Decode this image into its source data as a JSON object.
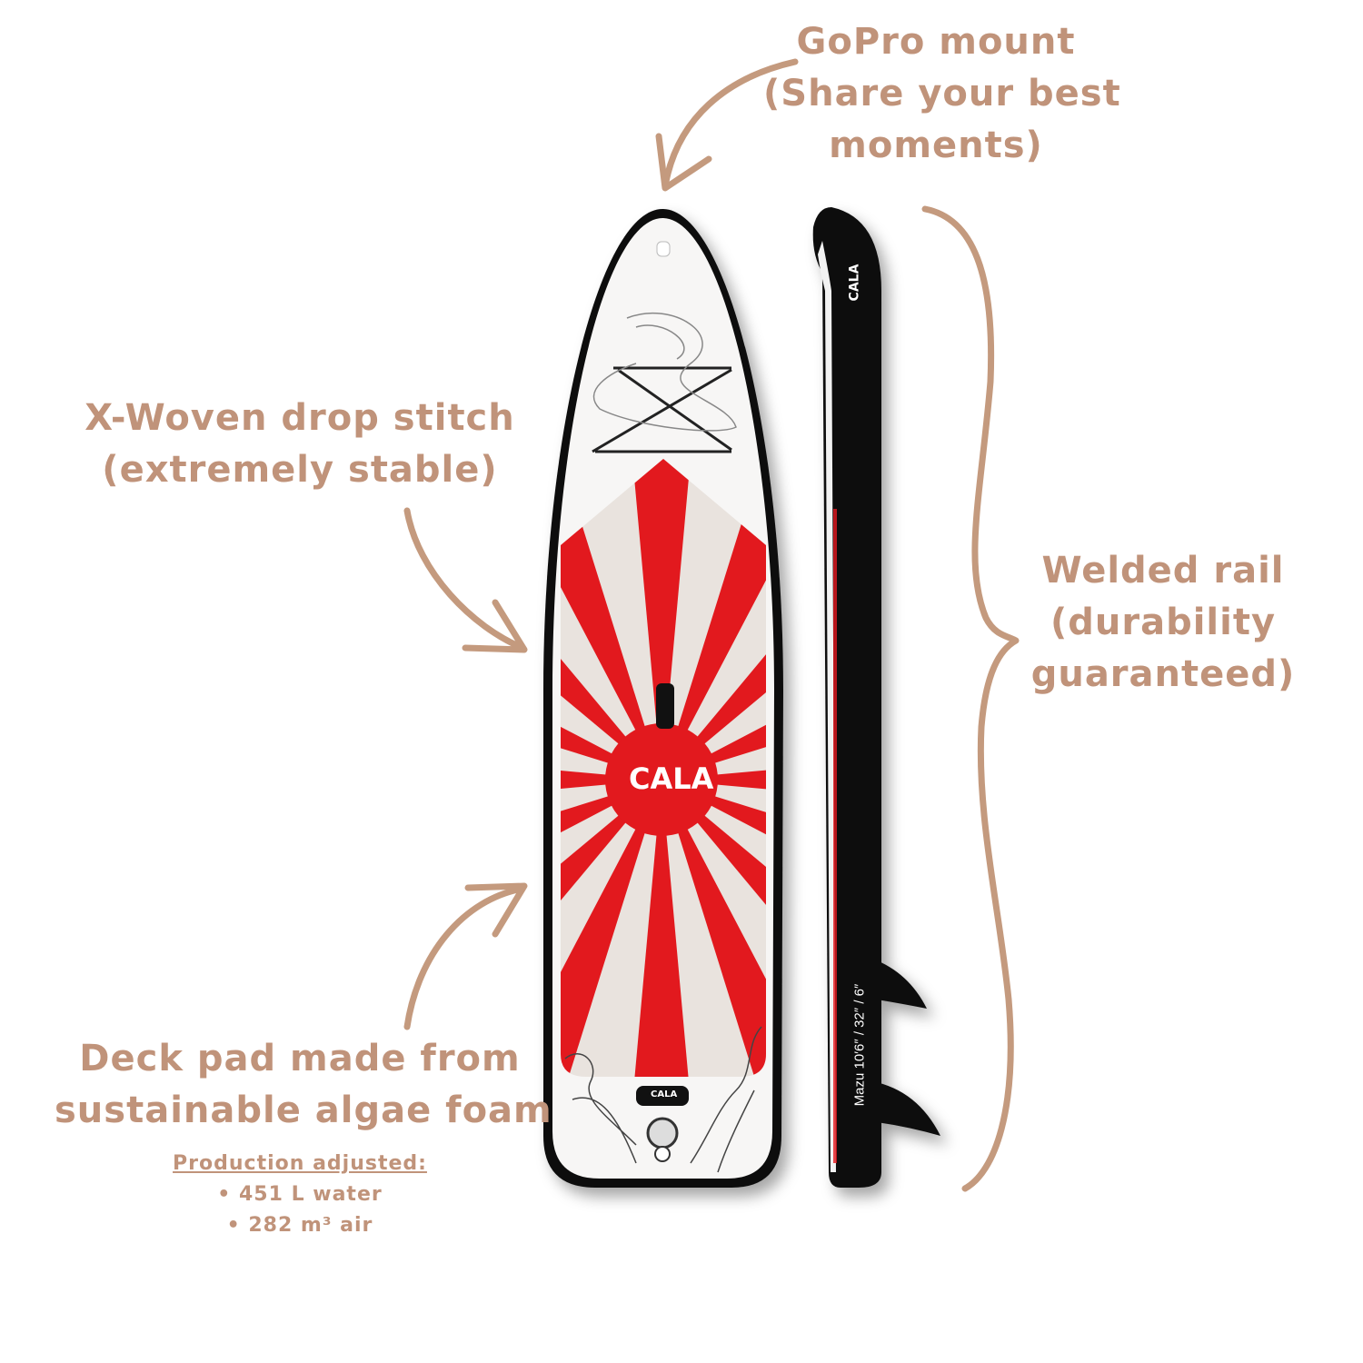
{
  "callouts": {
    "gopro": [
      "GoPro mount",
      "(Share your best",
      "moments)"
    ],
    "drop_stitch": [
      "X-Woven drop stitch",
      "(extremely stable)"
    ],
    "welded_rail": [
      "Welded rail",
      "(durability",
      "guaranteed)"
    ],
    "deck_pad": [
      "Deck pad made from",
      "sustainable algae foam"
    ],
    "production": {
      "heading": "Production adjusted:",
      "items": [
        "• 451 L water",
        "• 282 m³ air"
      ]
    }
  },
  "board": {
    "brand": "CALA",
    "model_spec": "Mazu 10′6″ / 32″ / 6″"
  },
  "colors": {
    "annotation": "#c0937a",
    "red": "#e2191e",
    "rail": "#111111",
    "pad": "#e9e3de"
  }
}
